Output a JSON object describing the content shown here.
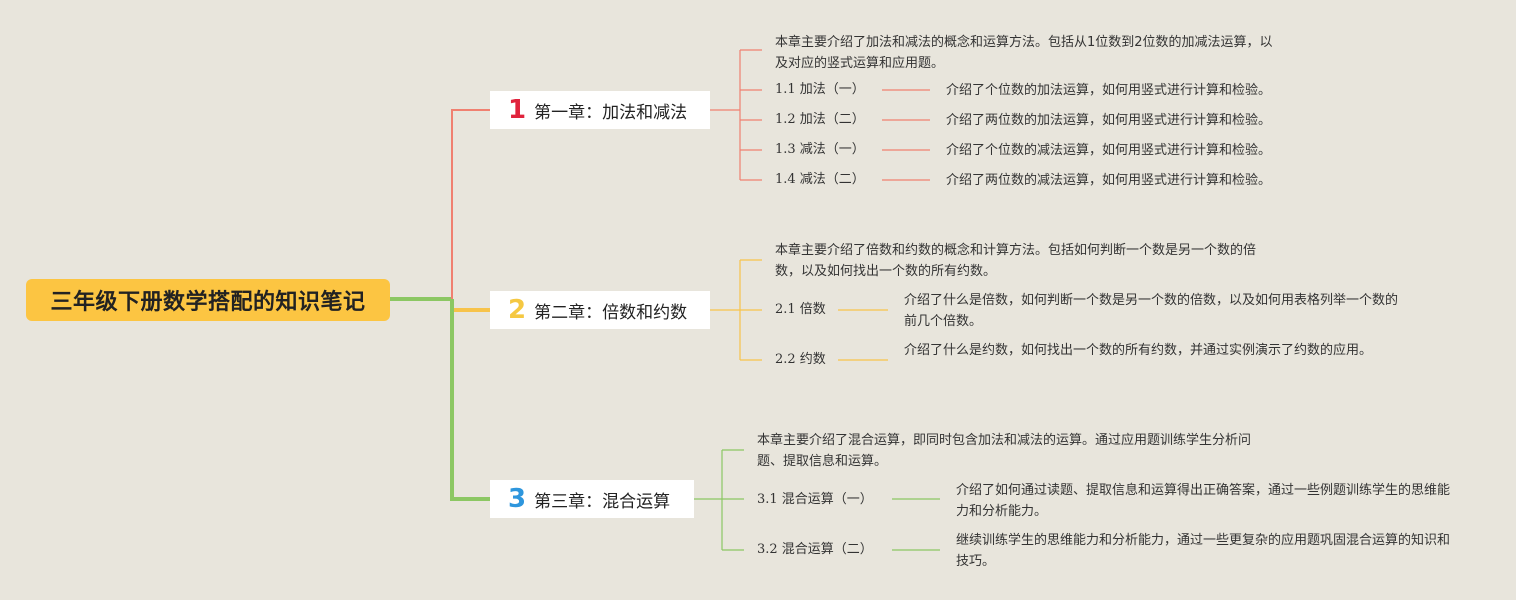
{
  "root": {
    "title": "三年级下册数学搭配的知识笔记"
  },
  "colors": {
    "background": "#e8e5dc",
    "root_fill": "#fcc542",
    "branch1": "#f08070",
    "branch2": "#f7c34a",
    "branch3": "#8cc763",
    "num1": "#e0233c",
    "num2": "#f5c842",
    "num3": "#2e96dd"
  },
  "chapters": [
    {
      "num": "1",
      "title": "第一章：加法和减法",
      "summary": "本章主要介绍了加法和减法的概念和运算方法。包括从1位数到2位数的加减法运算，以及对应的竖式运算和应用题。",
      "sections": [
        {
          "label": "1.1 加法（一）",
          "desc": "介绍了个位数的加法运算，如何用竖式进行计算和检验。"
        },
        {
          "label": "1.2 加法（二）",
          "desc": "介绍了两位数的加法运算，如何用竖式进行计算和检验。"
        },
        {
          "label": "1.3 减法（一）",
          "desc": "介绍了个位数的减法运算，如何用竖式进行计算和检验。"
        },
        {
          "label": "1.4 减法（二）",
          "desc": "介绍了两位数的减法运算，如何用竖式进行计算和检验。"
        }
      ]
    },
    {
      "num": "2",
      "title": "第二章：倍数和约数",
      "summary": "本章主要介绍了倍数和约数的概念和计算方法。包括如何判断一个数是另一个数的倍数，以及如何找出一个数的所有约数。",
      "sections": [
        {
          "label": "2.1 倍数",
          "desc": "介绍了什么是倍数，如何判断一个数是另一个数的倍数，以及如何用表格列举一个数的前几个倍数。"
        },
        {
          "label": "2.2 约数",
          "desc": "介绍了什么是约数，如何找出一个数的所有约数，并通过实例演示了约数的应用。"
        }
      ]
    },
    {
      "num": "3",
      "title": "第三章：混合运算",
      "summary": "本章主要介绍了混合运算，即同时包含加法和减法的运算。通过应用题训练学生分析问题、提取信息和运算。",
      "sections": [
        {
          "label": "3.1 混合运算（一）",
          "desc": "介绍了如何通过读题、提取信息和运算得出正确答案，通过一些例题训练学生的思维能力和分析能力。"
        },
        {
          "label": "3.2 混合运算（二）",
          "desc": "继续训练学生的思维能力和分析能力，通过一些更复杂的应用题巩固混合运算的知识和技巧。"
        }
      ]
    }
  ]
}
